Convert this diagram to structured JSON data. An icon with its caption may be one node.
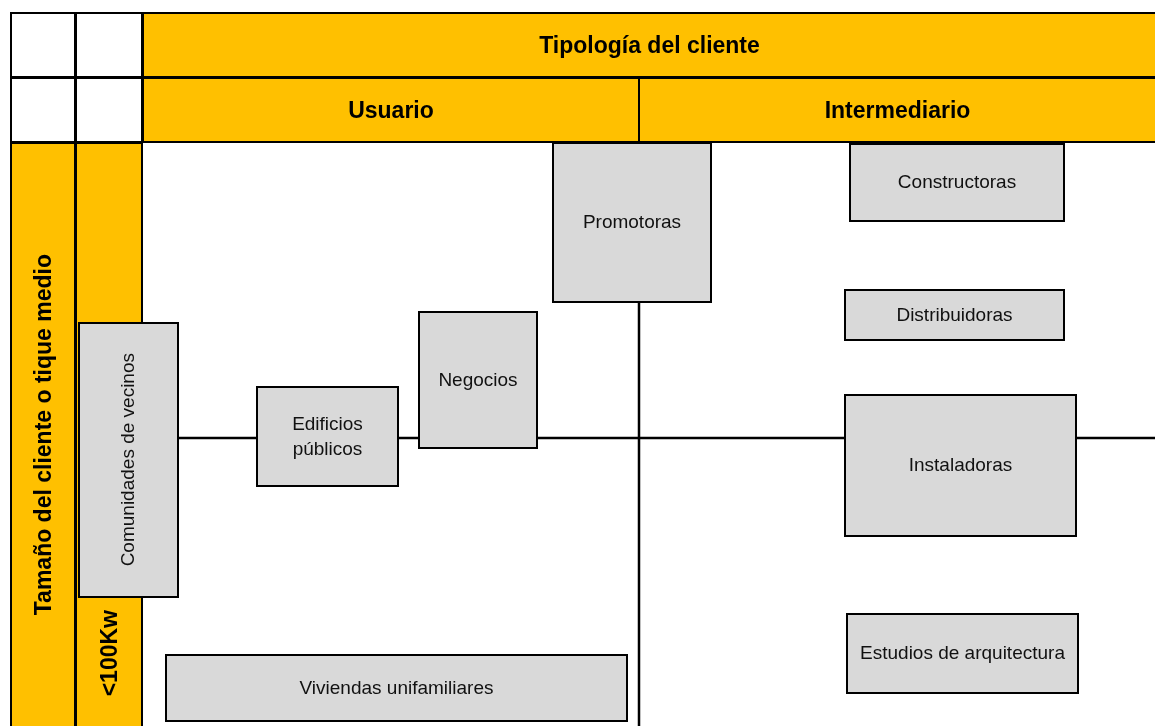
{
  "diagram": {
    "nodes": [
      {
        "text": [
          "Promotoras"
        ]
      },
      {
        "text": [
          "Constructoras"
        ]
      },
      {
        "text": [
          "Distribuidoras"
        ]
      },
      {
        "text": [
          "Negocios"
        ]
      },
      {
        "text": [
          "Comunidades de vecinos"
        ]
      },
      {
        "text": [
          "Edificios públicos"
        ]
      },
      {
        "text": [
          "Instaladoras"
        ]
      },
      {
        "text": [
          "Estudios de arquitectura"
        ]
      },
      {
        "text": [
          "Viviendas unifamiliares"
        ]
      }
    ],
    "labels": [
      "Tipología del cliente",
      "Usuario",
      "Intermediario",
      "Tamaño del cliente o tique medio",
      "<100Kw"
    ]
  }
}
